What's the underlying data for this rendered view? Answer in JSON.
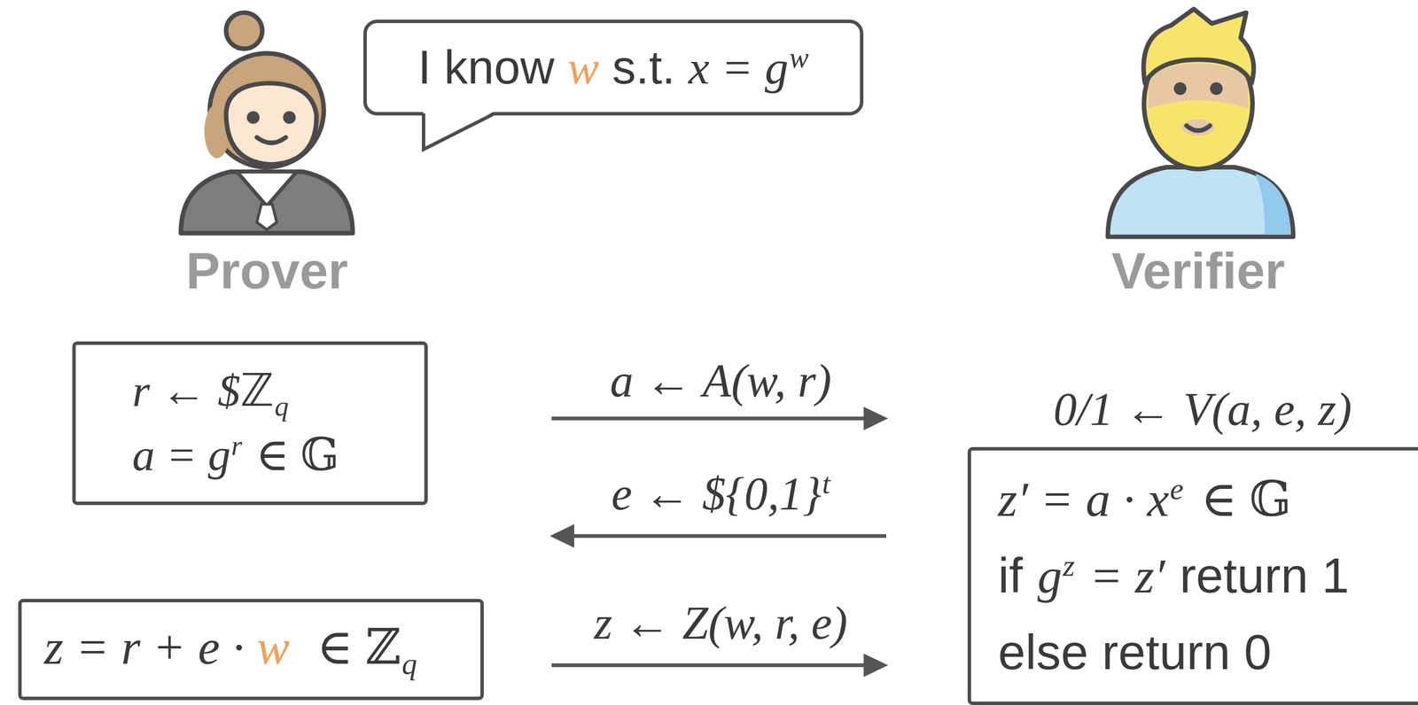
{
  "diagram": {
    "nodes": [
      {
        "text": [
          "I know",
          "w",
          "s.t.",
          "x = g",
          "w"
        ]
      },
      {
        "text": [
          "r ← $ℤ",
          "q",
          "a = g",
          "r",
          "∈ 𝔾"
        ]
      },
      {
        "text": [
          "z = r + e ·",
          "w",
          "∈ ℤ",
          "q"
        ]
      },
      {
        "text": [
          "0/1 ← V(a, e, z)",
          "z′ = a · x",
          "e",
          "∈ 𝔾",
          "if",
          "g",
          "z",
          "= z′",
          "return 1",
          "else return 0"
        ]
      }
    ],
    "labels": [
      "Prover",
      "Verifier",
      "a ← A(w, r)",
      "e ← ${0,1}",
      "t",
      "z ← Z(w, r, e)"
    ]
  }
}
